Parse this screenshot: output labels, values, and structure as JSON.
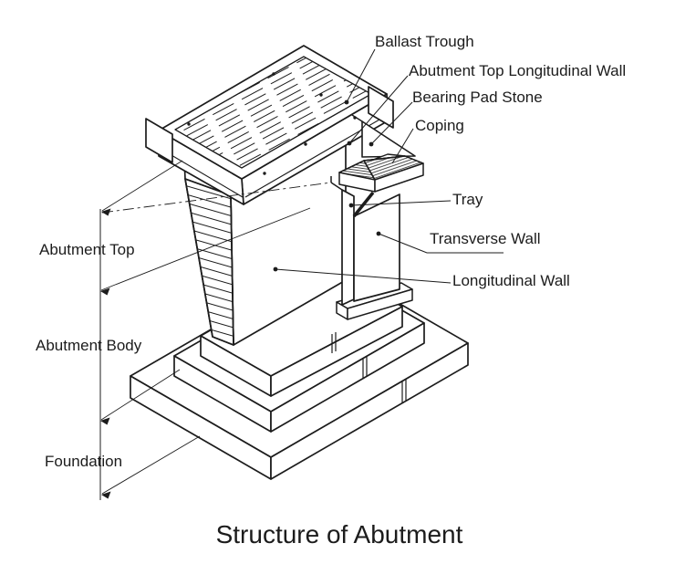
{
  "colors": {
    "line": "#1c1c1c",
    "background": "#ffffff"
  },
  "title": "Structure of Abutment",
  "part_labels": {
    "ballast_trough": "Ballast Trough",
    "abutment_top_longitudinal_wall": "Abutment Top Longitudinal Wall",
    "bearing_pad_stone": "Bearing Pad Stone",
    "coping": "Coping",
    "tray": "Tray",
    "transverse_wall": "Transverse Wall",
    "longitudinal_wall": "Longitudinal Wall"
  },
  "section_labels": {
    "abutment_top": "Abutment Top",
    "abutment_body": "Abutment Body",
    "foundation": "Foundation"
  }
}
